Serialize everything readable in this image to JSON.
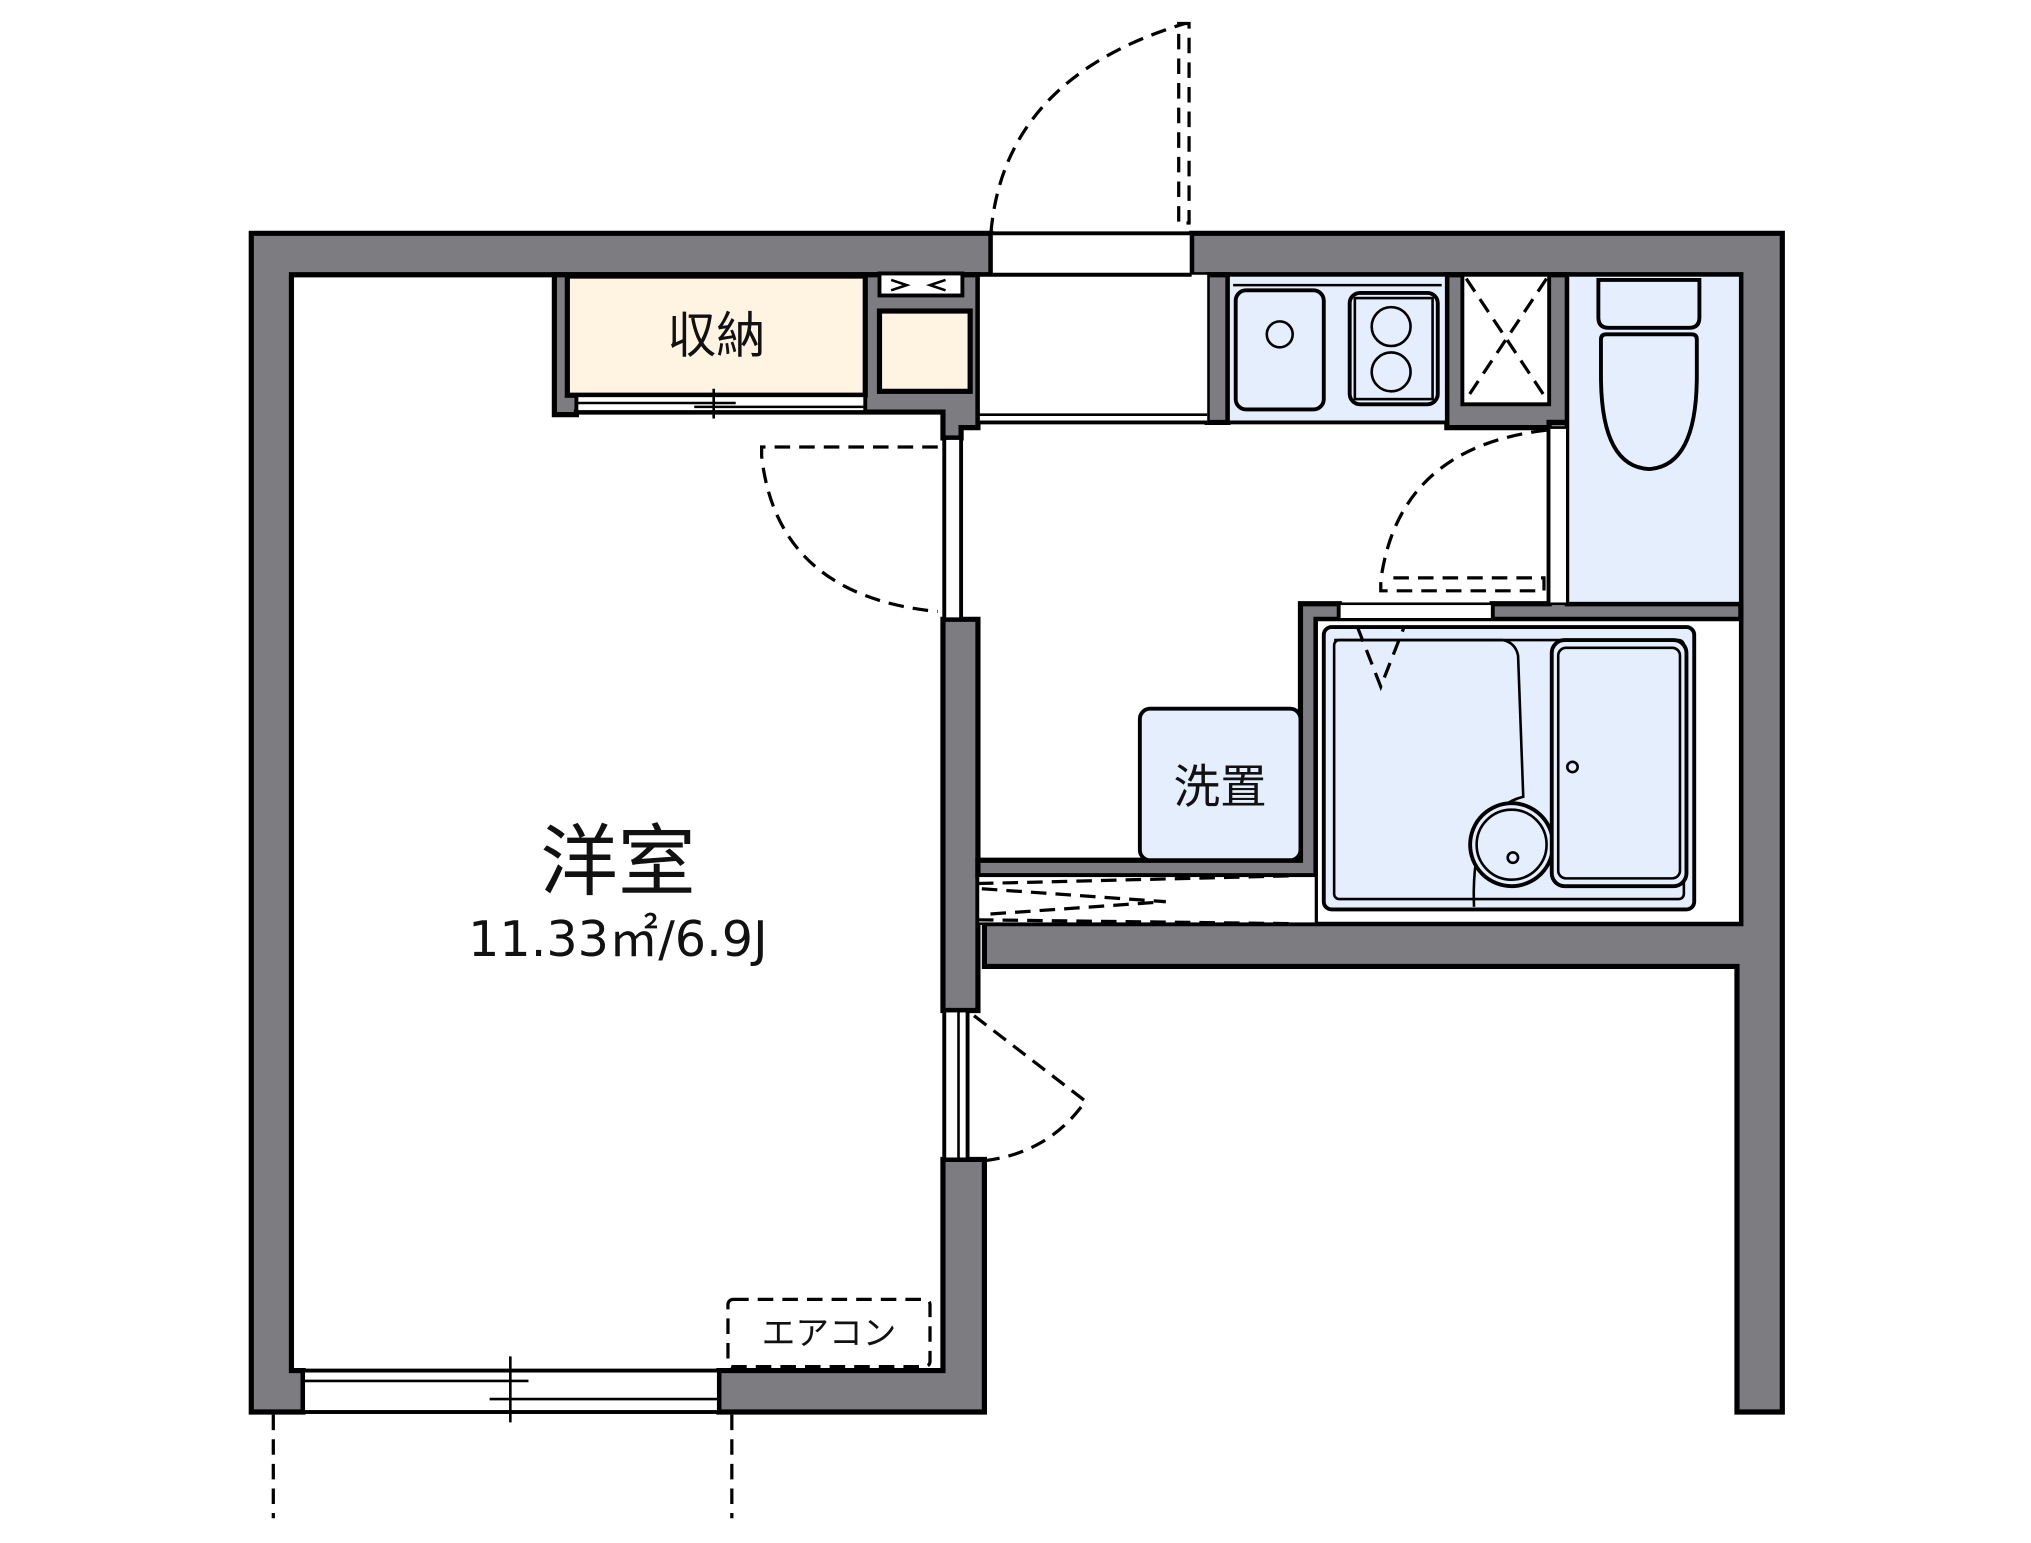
{
  "floor_plan": {
    "title": "1K floor plan",
    "colors": {
      "wall": "#7d7c81",
      "closet_fill": "#fff4e2",
      "fixture_fill": "#e4eefc",
      "line": "#000000",
      "background": "#ffffff"
    },
    "rooms": {
      "western_room": {
        "label": "洋室",
        "area": "11.33㎡/6.9J"
      },
      "closet": {
        "label": "収納"
      },
      "washer_space": {
        "label": "洗置"
      },
      "air_conditioner": {
        "label": "エアコン"
      }
    },
    "fixtures": [
      "kitchen-sink",
      "two-burner-stove",
      "refrigerator-space",
      "toilet",
      "unit-bath",
      "washbasin",
      "shoe-cabinet"
    ]
  }
}
